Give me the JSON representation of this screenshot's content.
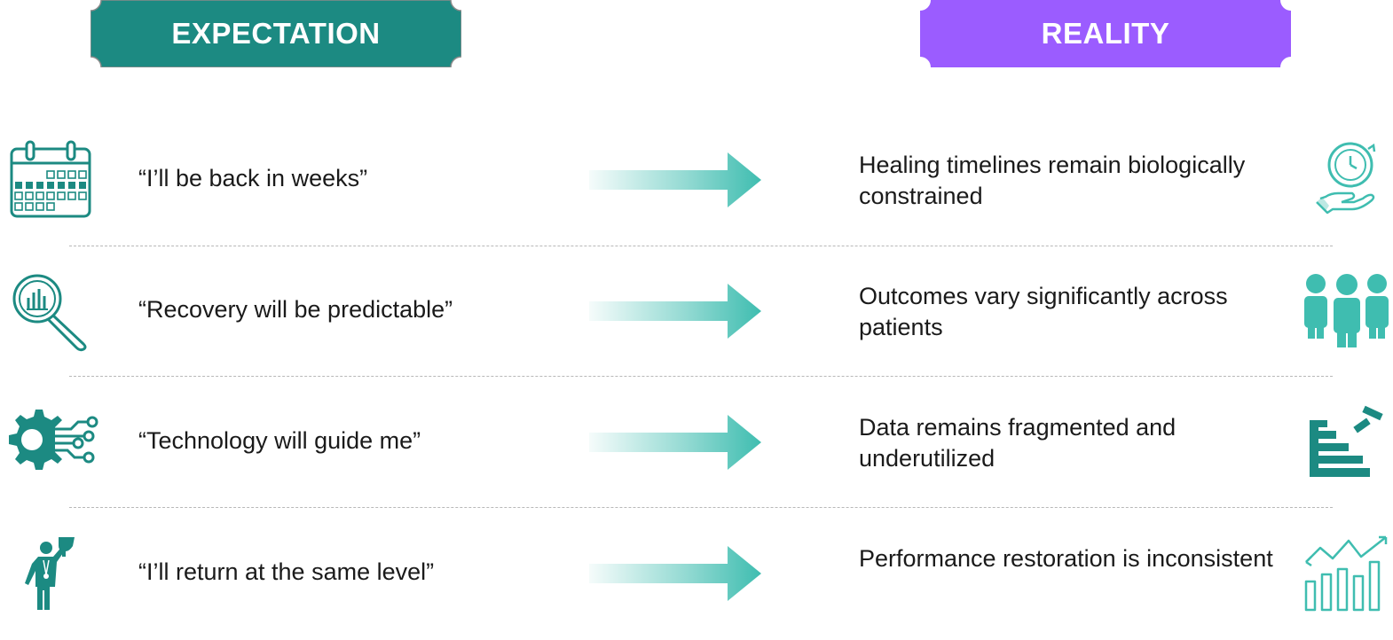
{
  "headers": {
    "expectation": "EXPECTATION",
    "reality": "REALITY"
  },
  "colors": {
    "teal": "#1c8a82",
    "teal_light": "#3fbdb0",
    "purple": "#9b5cff"
  },
  "rows": [
    {
      "expectation": "“I’ll be back in weeks”",
      "reality": "Healing timelines remain biologically constrained",
      "left_icon": "calendar-icon",
      "right_icon": "clock-in-hand-icon"
    },
    {
      "expectation": "“Recovery will be predictable”",
      "reality": "Outcomes vary significantly across patients",
      "left_icon": "magnifier-chart-icon",
      "right_icon": "people-group-icon"
    },
    {
      "expectation": "“Technology will guide me”",
      "reality": "Data remains fragmented and underutilized",
      "left_icon": "gear-circuit-icon",
      "right_icon": "broken-blocks-icon"
    },
    {
      "expectation": "“I’ll return at the same level”",
      "reality": "Performance restoration is inconsistent",
      "left_icon": "athlete-trophy-icon",
      "right_icon": "fluctuating-chart-icon"
    }
  ]
}
